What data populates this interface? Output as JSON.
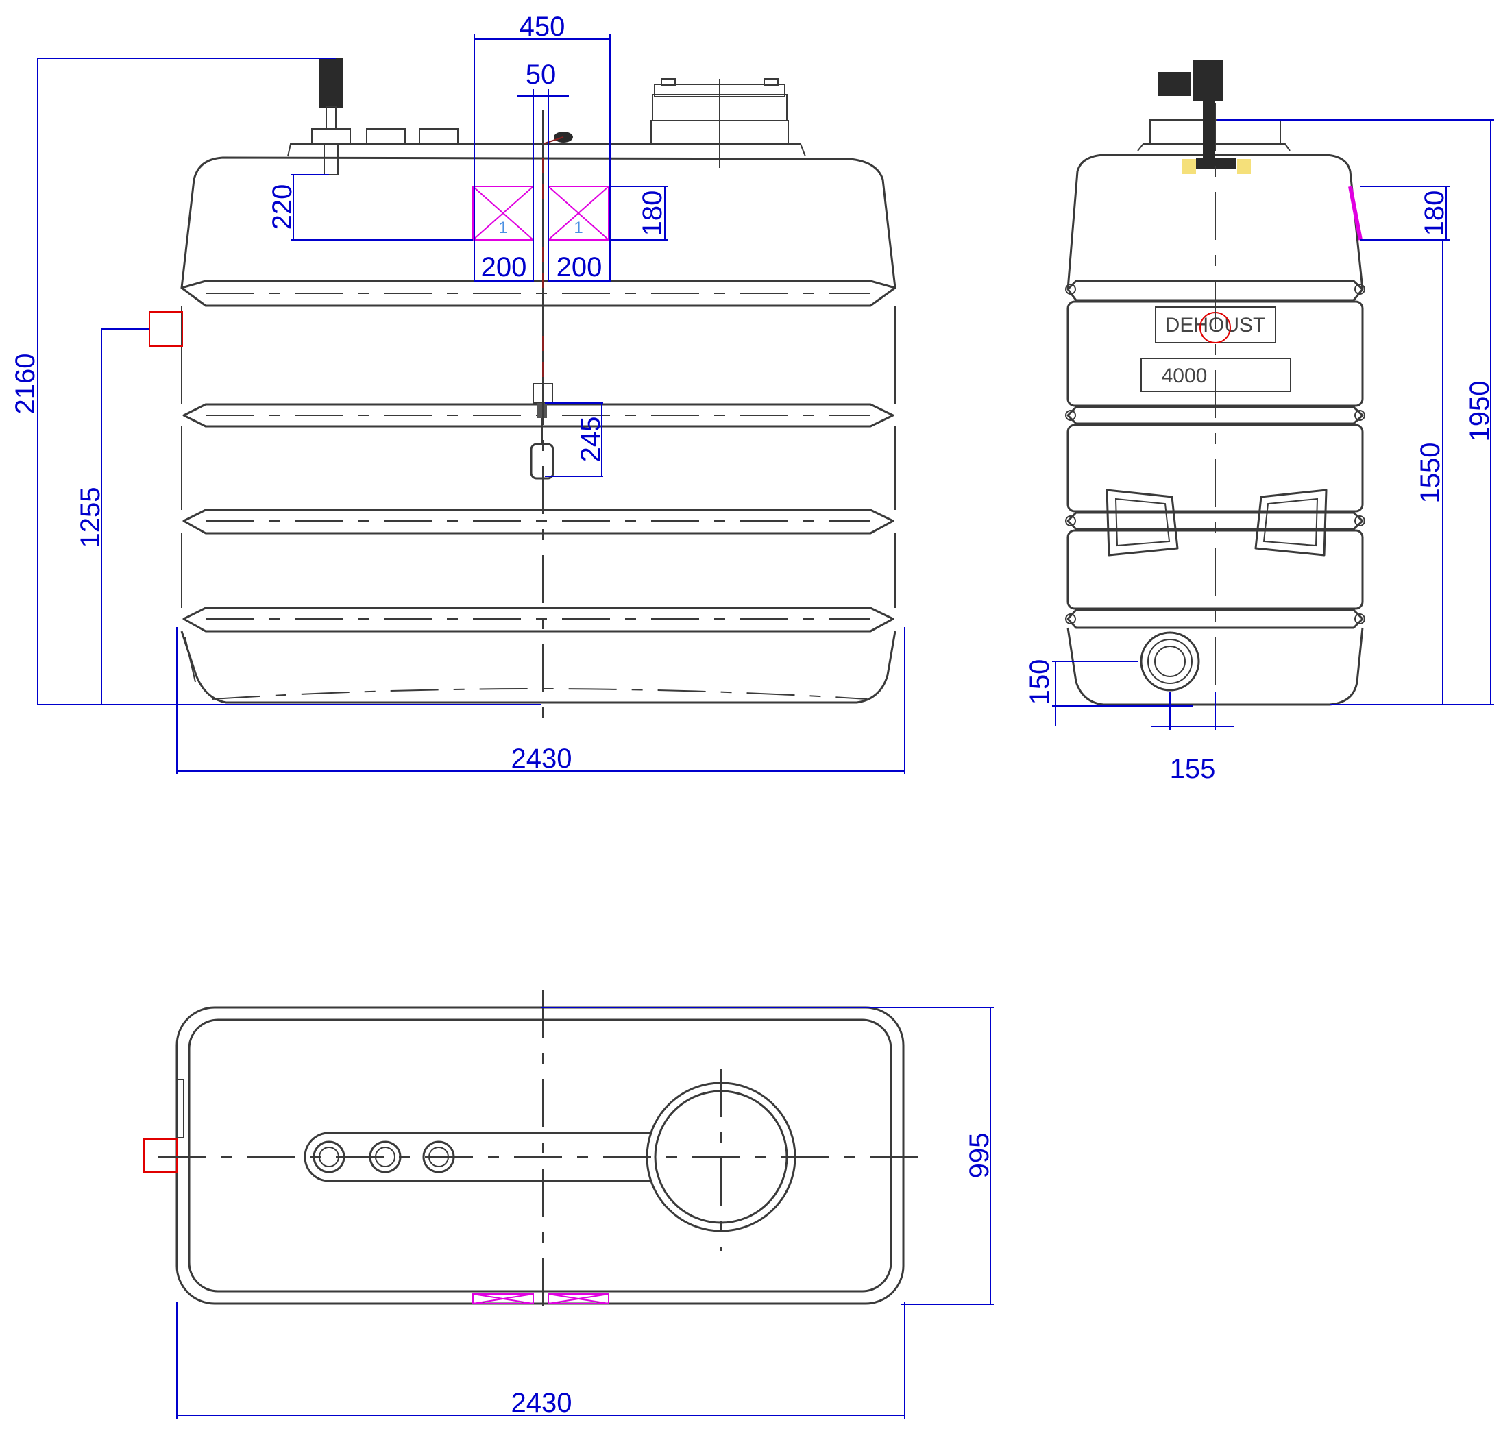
{
  "dimensions": {
    "front_top_width": "450",
    "front_gap": "50",
    "front_left_box_width": "200",
    "front_right_box_width": "200",
    "front_height_overall": "2160",
    "front_pipe_depth": "220",
    "front_box_height": "180",
    "front_float_drop": "245",
    "front_inlet_height": "1255",
    "front_length": "2430",
    "side_box_height": "180",
    "side_height_total": "1950",
    "side_height_box_bottom": "1550",
    "side_outlet_height": "150",
    "side_outlet_offset": "155",
    "plan_width": "995",
    "plan_length": "2430"
  },
  "labels": {
    "brand": "DEHOUST",
    "capacity": "4000",
    "box_marker": "1"
  },
  "colors": {
    "outline": "#3a3a3a",
    "dimension": "#0000cc",
    "marker": "#e000e0",
    "inlet": "#e00000",
    "valve_highlight": "#f5e07a"
  }
}
